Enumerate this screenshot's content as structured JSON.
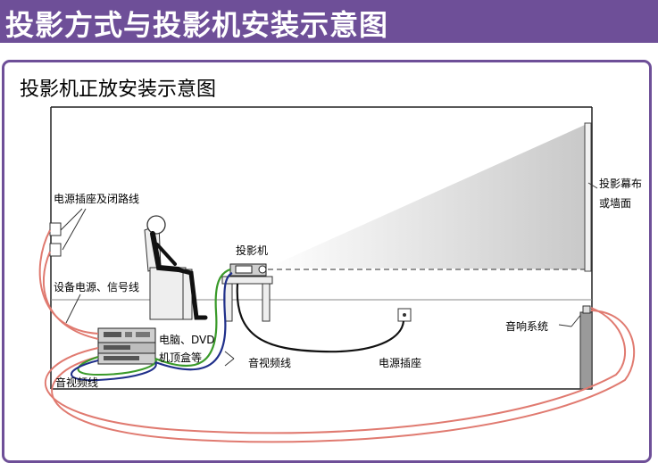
{
  "banner": {
    "title": "投影方式与投影机安装示意图"
  },
  "panel": {
    "title": "投影机正放安装示意图"
  },
  "labels": {
    "power_socket_breaker": "电源插座及闭路线",
    "device_power_signal": "设备电源、信号线",
    "pc_dvd": "电脑、DVD",
    "set_top_box": "机顶盒等",
    "av_cable_left": "音视频线",
    "av_cable_mid": "音视频线",
    "projector": "投影机",
    "power_outlet": "电源插座",
    "screen_line1": "投影幕布",
    "screen_line2": "或墙面",
    "audio_system": "音响系统"
  },
  "colors": {
    "accent": "#6e4f98",
    "cable_red": "#e07a70",
    "cable_green": "#3a9a2a",
    "cable_blue": "#1f2f8a"
  }
}
